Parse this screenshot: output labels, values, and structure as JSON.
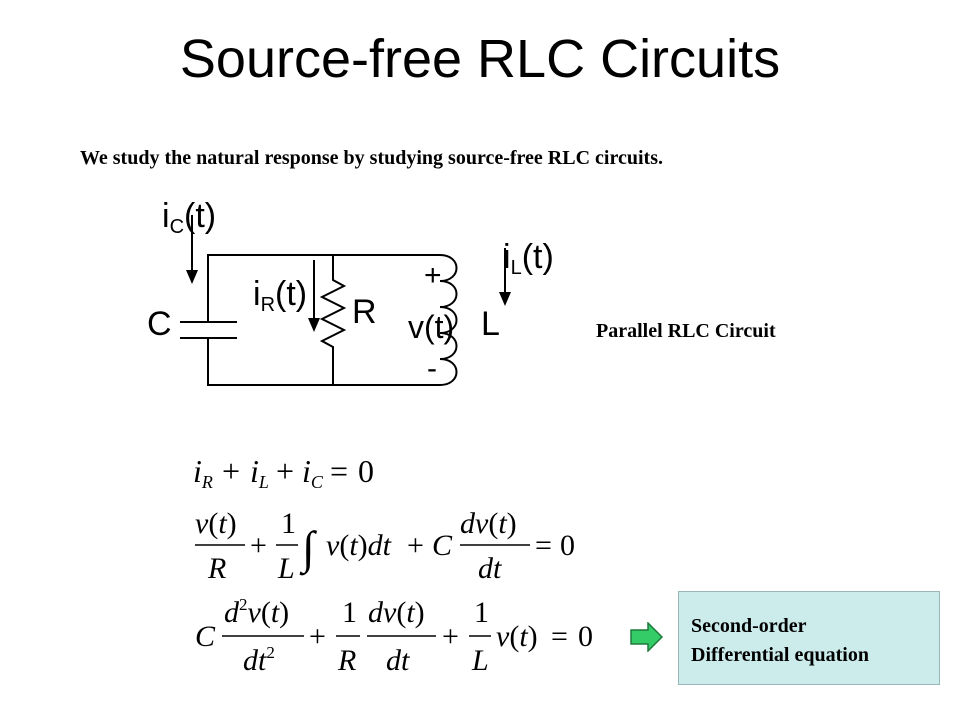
{
  "slide": {
    "title": "Source-free RLC Circuits",
    "intro": "We study the natural response by studying source-free RLC circuits.",
    "caption": "Parallel RLC Circuit"
  },
  "circuit": {
    "ic_main": "i",
    "ic_sub": "C",
    "ic_tail": "(t)",
    "ir_main": "i",
    "ir_sub": "R",
    "ir_tail": "(t)",
    "il_main": "i",
    "il_sub": "L",
    "il_tail": "(t)",
    "c_label": "C",
    "r_label": "R",
    "l_label": "L",
    "v_label": "v(t)",
    "plus": "+",
    "minus": "-"
  },
  "note": {
    "line1": "Second-order",
    "line2": "Differential equation",
    "icon": "right-arrow-icon",
    "fill": "#ccecec",
    "arrow_color": "#33cc66"
  }
}
